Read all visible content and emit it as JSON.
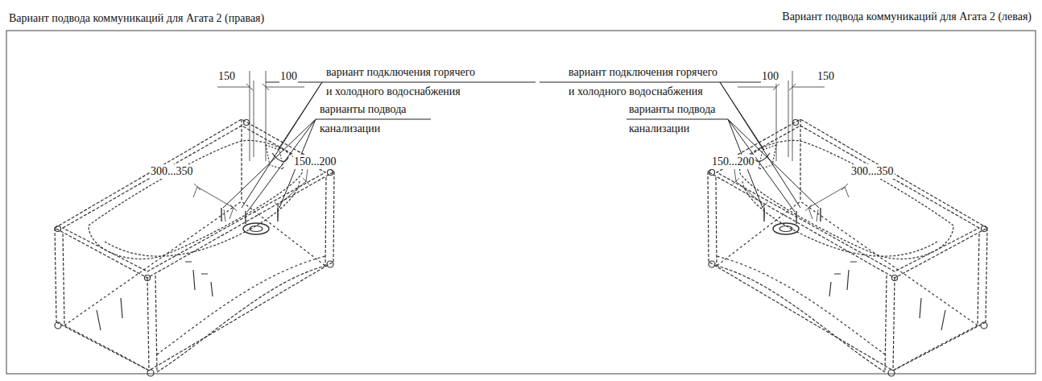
{
  "diagram": {
    "labels": [
      "Вариант подвода коммуникаций для Агата 2 (правая)",
      "150",
      "100",
      "вариант подключения горячего и холодного водоснабжения",
      "варианты подвода канализации",
      "300...350",
      "150...200",
      "Вариант подвода коммуникаций для Агата 2 (левая)",
      "100",
      "150",
      "вариант подключения горячего и холодного водоснабжения",
      "варианты подвода канализации",
      "150...200",
      "300...350"
    ]
  }
}
